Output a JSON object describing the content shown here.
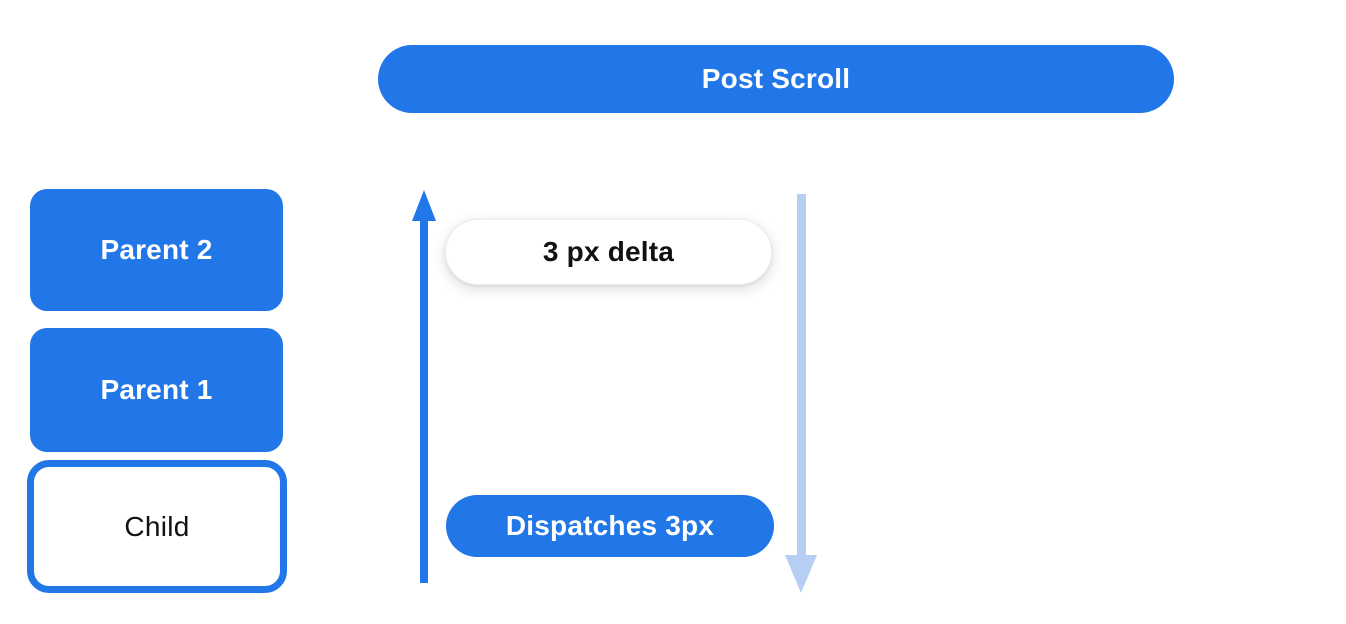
{
  "colors": {
    "accent": "#2176e8",
    "arrow_light": "#b6cdf4",
    "text_dark": "#111111",
    "pill_border": "#ededed"
  },
  "header": {
    "label": "Post Scroll"
  },
  "hierarchy": {
    "items": [
      {
        "label": "Parent 2",
        "variant": "filled"
      },
      {
        "label": "Parent 1",
        "variant": "filled"
      },
      {
        "label": "Child",
        "variant": "outlined"
      }
    ]
  },
  "flow": {
    "delta_label": "3 px delta",
    "dispatch_label": "Dispatches 3px",
    "icons": {
      "up": "arrow-up-icon",
      "down": "arrow-down-icon"
    }
  }
}
